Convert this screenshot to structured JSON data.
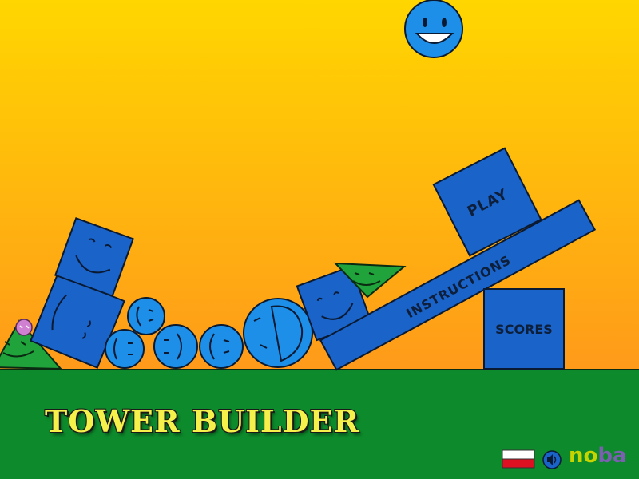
{
  "game": {
    "title": "TOWER BUILDER"
  },
  "menu": {
    "play_label": "PLAY",
    "instructions_label": "INSTRUCTIONS",
    "scores_label": "SCORES"
  },
  "footer": {
    "language_flag": "poland-flag-icon",
    "sound_icon": "speaker-icon",
    "logo_part1": "no",
    "logo_part2": "ba"
  },
  "colors": {
    "sky_top": "#ffd700",
    "sky_bottom": "#ff9a1a",
    "ground": "#0d8a2b",
    "block_blue": "#1a63c9",
    "ball_blue": "#1d8fe8",
    "triangle_green": "#21a33b",
    "title_yellow": "#f5f04a"
  }
}
